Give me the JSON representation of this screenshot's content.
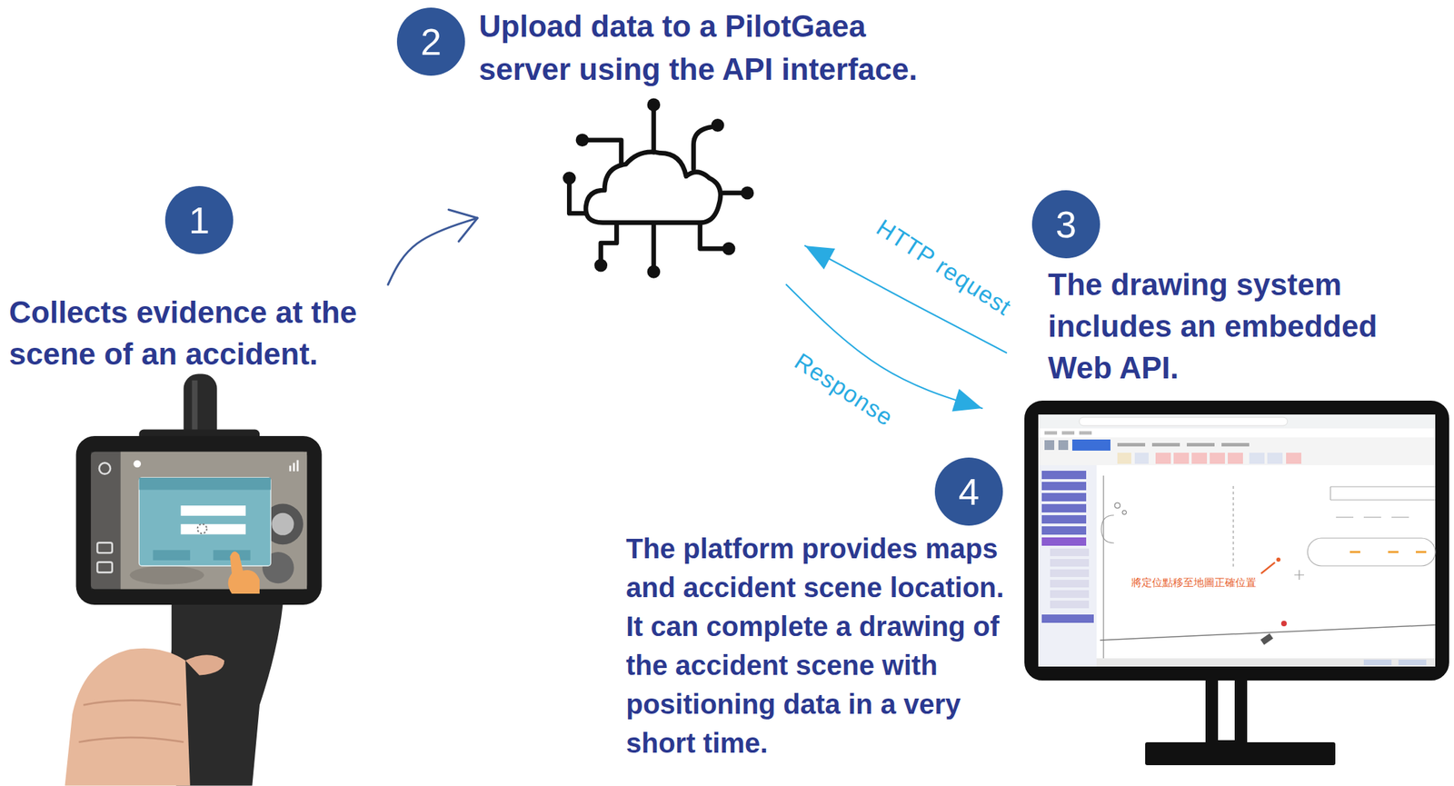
{
  "diagram": {
    "nodes": [
      {
        "text": [
          "1",
          "Collects evidence at the scene of an accident."
        ]
      },
      {
        "text": [
          "2",
          "Upload data to a PilotGaea server using the API interface."
        ]
      },
      {
        "text": [
          "3",
          "The drawing system includes an embedded Web API."
        ]
      },
      {
        "text": [
          "4",
          "The platform provides maps and accident scene location. It can complete a drawing of the accident scene with positioning data in a very short time."
        ]
      }
    ],
    "edges": [
      {
        "from": 0,
        "to": 1,
        "arrow": "to"
      },
      {
        "from": 2,
        "to": 1,
        "label": "HTTP request",
        "arrow": "to"
      },
      {
        "from": 1,
        "to": 3,
        "label": "Response",
        "arrow": "to"
      }
    ],
    "labels": [
      "將定位點移至地圖正確位置"
    ]
  }
}
